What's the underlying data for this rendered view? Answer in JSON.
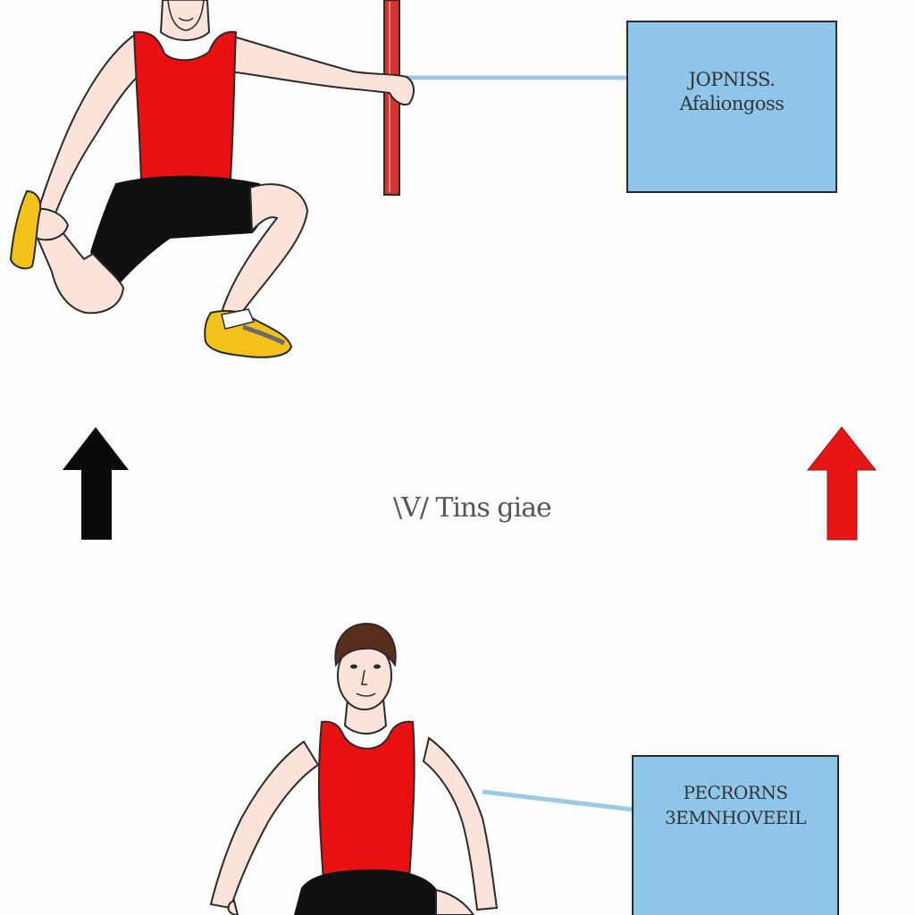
{
  "callouts": {
    "top": {
      "line1": "JOPNISS.",
      "line2": "Afaliongoss"
    },
    "bottom": {
      "line1": "PECRORNS",
      "line2": "3EMNHOVEEIL"
    }
  },
  "center_label": "\\V/ Tins giae",
  "colors": {
    "callout_fill": "#8ec5e8",
    "shirt": "#e81010",
    "shorts": "#111111",
    "shoes": "#f2c21a",
    "skin": "#fbe3da",
    "arrow_left": "#0a0a0a",
    "arrow_right": "#e81515",
    "pole": "#d8322b"
  }
}
